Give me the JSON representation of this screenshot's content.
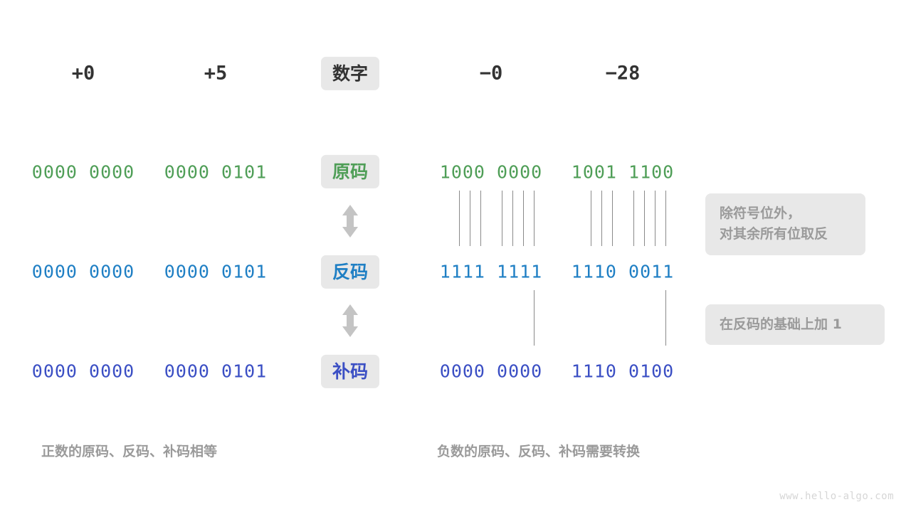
{
  "meta": {
    "watermark": "www.hello-algo.com"
  },
  "colors": {
    "green": "#4f9e57",
    "blue": "#1f7fc4",
    "indigo": "#3b4fc4",
    "chip_bg": "#e8e8e8",
    "muted_text": "#9a9a9a",
    "dark_text": "#333333",
    "connector": "#8a8a8a",
    "arrow": "#c4c4c4"
  },
  "header": {
    "row_label": "数字",
    "columns": [
      {
        "id": "plus-zero",
        "value": "+0"
      },
      {
        "id": "plus-five",
        "value": "+5"
      },
      {
        "id": "minus-zero",
        "value": "−0"
      },
      {
        "id": "minus-twentyeight",
        "value": "−28"
      }
    ]
  },
  "rows": [
    {
      "id": "true-form",
      "label": "原码",
      "color_key": "green",
      "values": [
        "0000 0000",
        "0000 0101",
        "1000 0000",
        "1001 1100"
      ]
    },
    {
      "id": "ones-complement",
      "label": "反码",
      "color_key": "blue",
      "values": [
        "0000 0000",
        "0000 0101",
        "1111 1111",
        "1110 0011"
      ]
    },
    {
      "id": "twos-complement",
      "label": "补码",
      "color_key": "indigo",
      "values": [
        "0000 0000",
        "0000 0101",
        "0000 0000",
        "1110 0100"
      ]
    }
  ],
  "notes": [
    {
      "id": "invert-note",
      "text": "除符号位外，\n对其余所有位取反"
    },
    {
      "id": "add-one-note",
      "text": "在反码的基础上加 1"
    }
  ],
  "captions": [
    {
      "id": "positive-caption",
      "text": "正数的原码、反码、补码相等"
    },
    {
      "id": "negative-caption",
      "text": "负数的原码、反码、补码需要转换"
    }
  ],
  "icons": {
    "up_down_arrow": "double-arrow-vertical-icon"
  }
}
